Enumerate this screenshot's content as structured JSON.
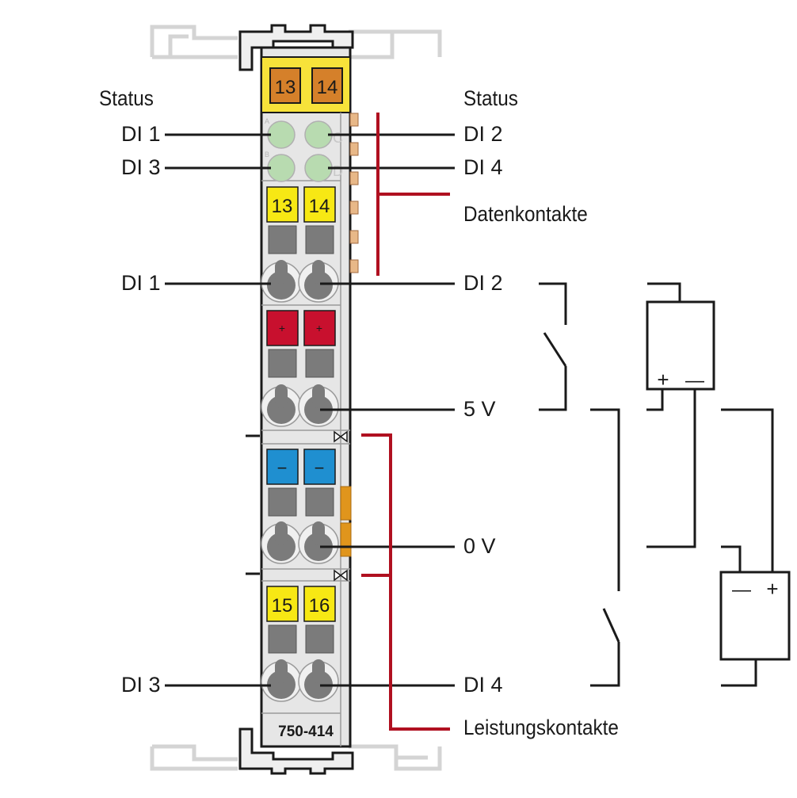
{
  "module": {
    "part_number": "750-414",
    "top_marker": [
      "13",
      "14"
    ],
    "row1_markers": [
      "13",
      "14"
    ],
    "plus_markers": [
      "+",
      "+"
    ],
    "minus_markers": [
      "−",
      "−"
    ],
    "row4_markers": [
      "15",
      "16"
    ],
    "led_letters": [
      "A",
      "C",
      "B",
      "D"
    ]
  },
  "labels": {
    "status_left": "Status",
    "status_right": "Status",
    "di1_led": "DI 1",
    "di2_led": "DI 2",
    "di3_led": "DI 3",
    "di4_led": "DI 4",
    "datenkontakte": "Datenkontakte",
    "di1_term": "DI 1",
    "di2_term": "DI 2",
    "v5": "5 V",
    "v0": "0 V",
    "di3_term": "DI 3",
    "di4_term": "DI 4",
    "leistungskontakte": "Leistungskontakte"
  },
  "circuit": {
    "source_upper_polarity": [
      "+",
      "—"
    ],
    "source_lower_polarity": [
      "—",
      "+"
    ]
  },
  "colors": {
    "module_body": "#e6e6e6",
    "outline": "#1a1a1a",
    "top_marker_bg": "#f7e23a",
    "marker_orange": "#d5802a",
    "marker_yellow": "#f7e814",
    "led_green": "#b8dbb0",
    "marker_red": "#c8102e",
    "marker_blue": "#1f8fd0",
    "clamp_gray": "#7b7b7b",
    "contact_red": "#b01020",
    "data_contact": "#e8b888",
    "power_contact_orange": "#e0951c"
  }
}
